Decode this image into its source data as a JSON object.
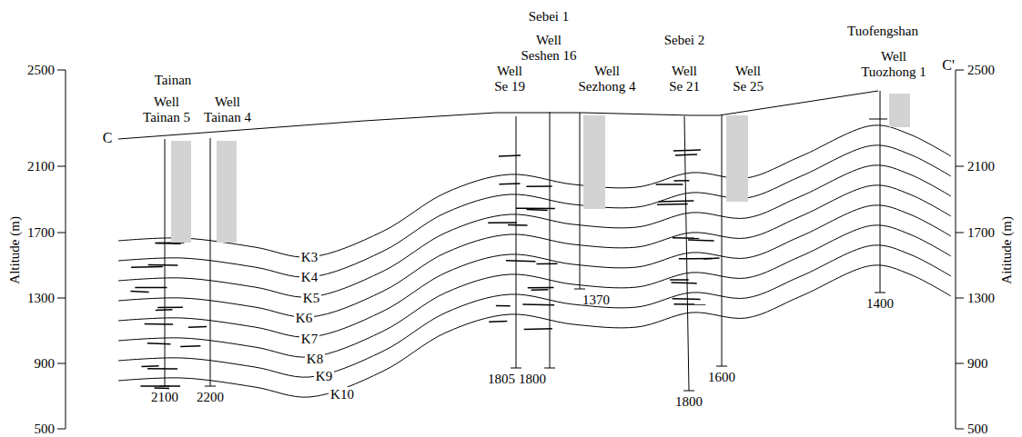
{
  "diagram": {
    "labels": [
      "2500",
      "2100",
      "1700",
      "1300",
      "900",
      "500",
      "2500",
      "2100",
      "1700",
      "1300",
      "900",
      "500",
      "Altitude (m)",
      "Aititude (m)",
      "C",
      "C'",
      "Tainan",
      "Well Tainan 5",
      "Well Tainan 4",
      "Sebei 1",
      "Well Seshen 16",
      "Well Se 19",
      "Well Sezhong 4",
      "Sebei 2",
      "Well Se 21",
      "Well Se 25",
      "Tuofengshan",
      "Well Tuozhong 1",
      "K3",
      "K4",
      "K5",
      "K6",
      "K7",
      "K8",
      "K9",
      "K10",
      "2100",
      "2200",
      "1805",
      "1800",
      "1370",
      "1800",
      "1600",
      "1400"
    ]
  }
}
